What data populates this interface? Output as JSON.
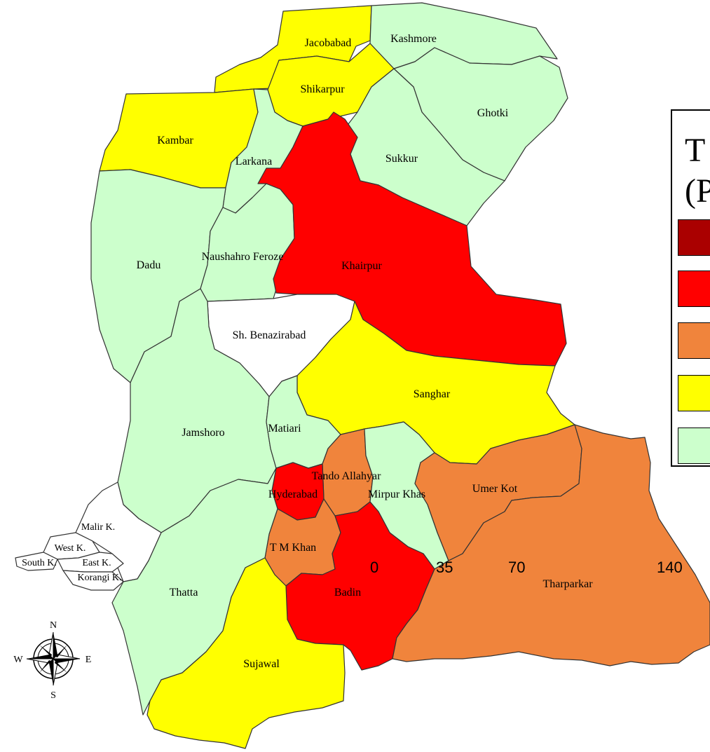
{
  "map": {
    "districts": [
      {
        "id": "jacobabad",
        "name": "Jacobabad",
        "color": "#ffff00"
      },
      {
        "id": "kashmore",
        "name": "Kashmore",
        "color": "#ccffcc"
      },
      {
        "id": "shikarpur",
        "name": "Shikarpur",
        "color": "#ffff00"
      },
      {
        "id": "ghotki",
        "name": "Ghotki",
        "color": "#ccffcc"
      },
      {
        "id": "kambar",
        "name": "Kambar",
        "color": "#ffff00"
      },
      {
        "id": "larkana",
        "name": "Larkana",
        "color": "#ccffcc"
      },
      {
        "id": "sukkur",
        "name": "Sukkur",
        "color": "#ccffcc"
      },
      {
        "id": "dadu",
        "name": "Dadu",
        "color": "#ccffcc"
      },
      {
        "id": "naushahro-feroze",
        "name": "Naushahro Feroze",
        "color": "#ccffcc"
      },
      {
        "id": "khairpur",
        "name": "Khairpur",
        "color": "#ff0000"
      },
      {
        "id": "sh-benazirabad",
        "name": "Sh. Benazirabad",
        "color": "#ffffff"
      },
      {
        "id": "sanghar",
        "name": "Sanghar",
        "color": "#ffff00"
      },
      {
        "id": "jamshoro",
        "name": "Jamshoro",
        "color": "#ccffcc"
      },
      {
        "id": "matiari",
        "name": "Matiari",
        "color": "#ccffcc"
      },
      {
        "id": "tando-allahyar",
        "name": "Tando Allahyar",
        "color": "#f0843c"
      },
      {
        "id": "hyderabad",
        "name": "Hyderabad",
        "color": "#ff0000"
      },
      {
        "id": "mirpur-khas",
        "name": "Mirpur Khas",
        "color": "#ccffcc"
      },
      {
        "id": "umer-kot",
        "name": "Umer Kot",
        "color": "#f0843c"
      },
      {
        "id": "malir-k",
        "name": "Malir K.",
        "color": "#ffffff"
      },
      {
        "id": "west-k",
        "name": "West K.",
        "color": "#ffffff"
      },
      {
        "id": "south-k",
        "name": "South K.",
        "color": "#ffffff"
      },
      {
        "id": "east-k",
        "name": "East K.",
        "color": "#ffffff"
      },
      {
        "id": "korangi-k",
        "name": "Korangi K.",
        "color": "#ffffff"
      },
      {
        "id": "t-m-khan",
        "name": "T M Khan",
        "color": "#f0843c"
      },
      {
        "id": "thatta",
        "name": "Thatta",
        "color": "#ccffcc"
      },
      {
        "id": "badin",
        "name": "Badin",
        "color": "#ff0000"
      },
      {
        "id": "tharparkar",
        "name": "Tharparkar",
        "color": "#f0843c"
      },
      {
        "id": "sujawal",
        "name": "Sujawal",
        "color": "#ffff00"
      }
    ]
  },
  "legend": {
    "title_line1": "T",
    "title_line2": "(P",
    "swatches": [
      "#aa0000",
      "#ff0000",
      "#f0843c",
      "#ffff00",
      "#ccffcc"
    ]
  },
  "scale_bar": {
    "labels": [
      "0",
      "35",
      "70",
      "140"
    ]
  },
  "compass": {
    "north": "N",
    "south": "S",
    "east": "E",
    "west": "W"
  }
}
